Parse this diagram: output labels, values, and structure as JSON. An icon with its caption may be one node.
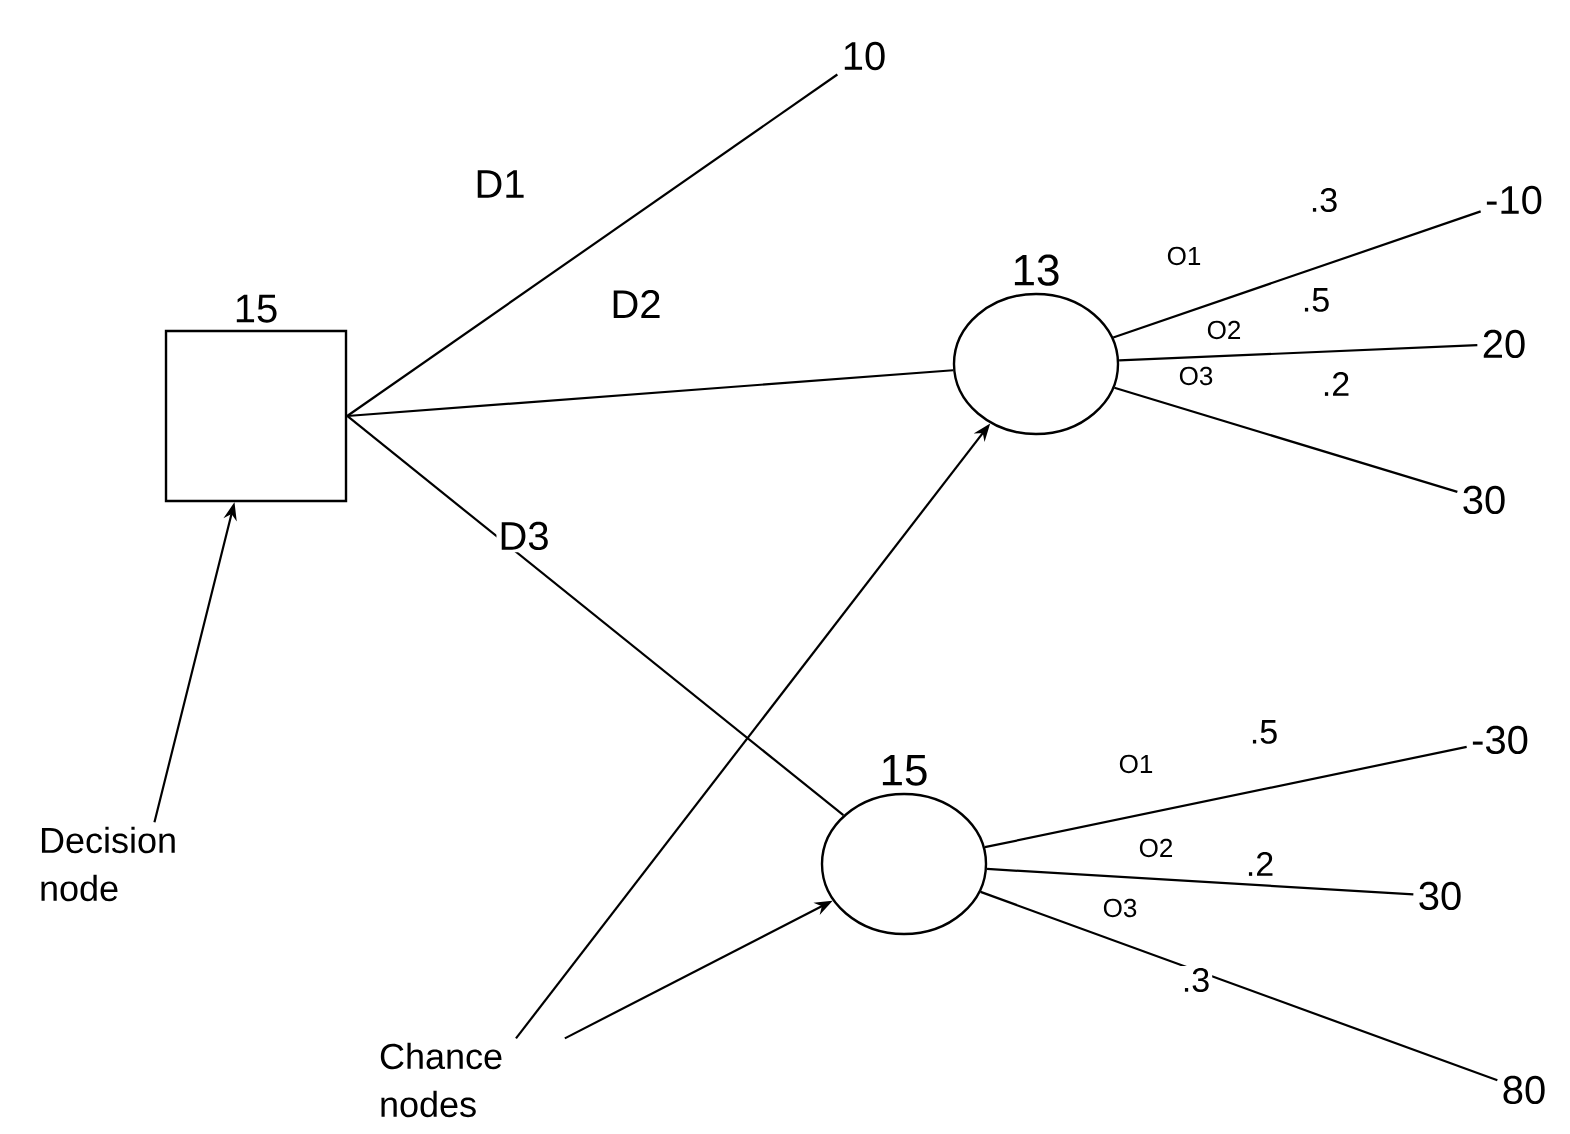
{
  "diagram": {
    "nodes": [
      {
        "text": [
          "15"
        ]
      },
      {
        "text": [
          "13"
        ]
      },
      {
        "text": [
          "15"
        ]
      },
      {
        "text": [
          "10"
        ]
      },
      {
        "text": [
          "-10"
        ]
      },
      {
        "text": [
          "20"
        ]
      },
      {
        "text": [
          "30"
        ]
      },
      {
        "text": [
          "-30"
        ]
      },
      {
        "text": [
          "30"
        ]
      },
      {
        "text": [
          "80"
        ]
      },
      {
        "text": [
          "Decision node"
        ]
      },
      {
        "text": [
          "Chance nodes"
        ]
      }
    ],
    "edges": [
      {
        "from": 0,
        "to": 3,
        "arrow": "none",
        "label": "D1"
      },
      {
        "from": 0,
        "to": 1,
        "arrow": "none",
        "label": "D2"
      },
      {
        "from": 0,
        "to": 2,
        "arrow": "none",
        "label": "D3"
      },
      {
        "from": 1,
        "to": 4,
        "arrow": "none",
        "label": "O1"
      },
      {
        "from": 1,
        "to": 5,
        "arrow": "none",
        "label": "O2"
      },
      {
        "from": 1,
        "to": 6,
        "arrow": "none",
        "label": "O3"
      },
      {
        "from": 2,
        "to": 7,
        "arrow": "none",
        "label": "O1"
      },
      {
        "from": 2,
        "to": 8,
        "arrow": "none",
        "label": "O2"
      },
      {
        "from": 2,
        "to": 9,
        "arrow": "none",
        "label": "O3"
      },
      {
        "from": 10,
        "to": 0,
        "arrow": "to"
      },
      {
        "from": 11,
        "to": 1,
        "arrow": "to"
      },
      {
        "from": 11,
        "to": 2,
        "arrow": "to"
      }
    ],
    "labels": [
      ".3",
      ".5",
      ".2",
      ".5",
      ".2",
      ".3"
    ]
  }
}
